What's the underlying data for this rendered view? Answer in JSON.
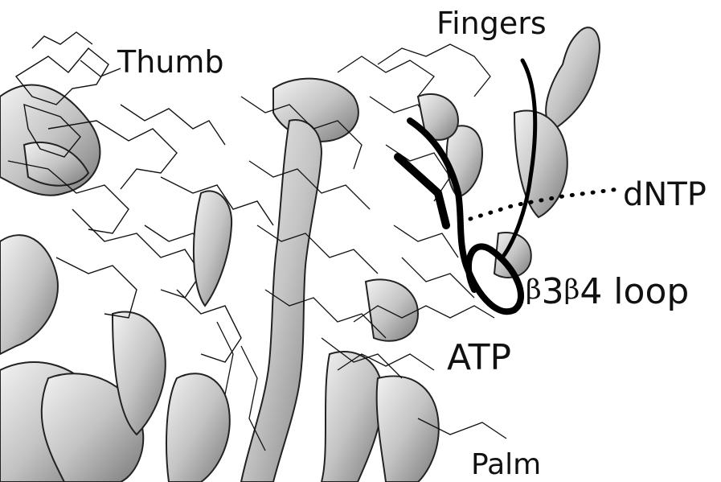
{
  "labels": {
    "thumb": "Thumb",
    "fingers": "Fingers",
    "dntp": "dNTP",
    "loop_beta": "β",
    "loop_three": "3",
    "loop_four_loop": "4 loop",
    "atp": "ATP",
    "palm": "Palm"
  },
  "colors": {
    "ink": "#111111",
    "ribbon_fill": "#d4d4d4",
    "ribbon_shadow": "#8a8a8a",
    "background": "#ffffff"
  }
}
